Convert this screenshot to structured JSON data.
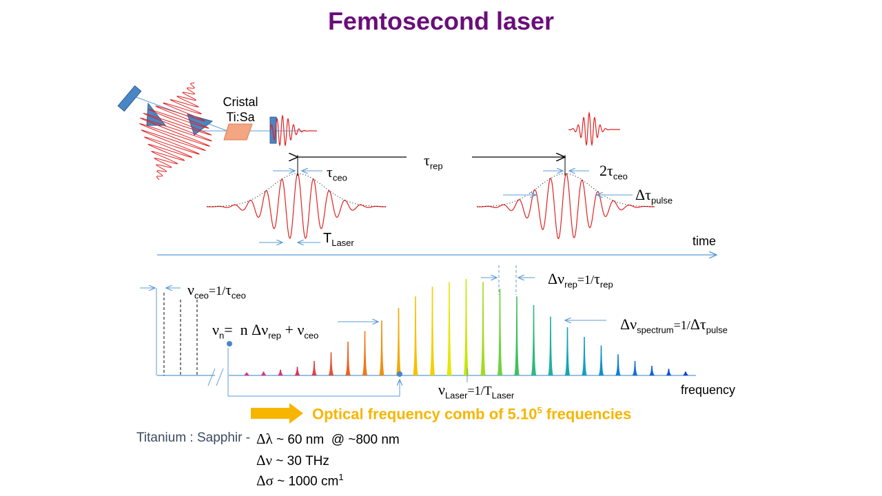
{
  "title": "Femtosecond laser",
  "setup": {
    "crystal_line1": "Cristal",
    "crystal_line2": "Ti:Sa"
  },
  "time_domain": {
    "tau_rep": {
      "sym": "τ",
      "sub": "rep"
    },
    "tau_ceo": {
      "sym": "τ",
      "sub": "ceo"
    },
    "two_tau_ceo": {
      "sym": "2τ",
      "sub": "ceo"
    },
    "delta_tau_pulse": {
      "sym": "Δτ",
      "sub": "pulse"
    },
    "t_laser": {
      "sym": "T",
      "sub": "Laser"
    },
    "axis_label": "time"
  },
  "frequency_domain": {
    "nu_ceo": {
      "sym": "ν",
      "sub": "ceo",
      "eq": "=1/",
      "sym2": "τ",
      "sub2": "ceo"
    },
    "nu_n": {
      "sym": "ν",
      "sub": "n",
      "eq": "=  n ",
      "sym2": "Δν",
      "sub2": "rep",
      "plus": " + ",
      "sym3": "ν",
      "sub3": "ceo"
    },
    "delta_nu_rep": {
      "sym": "Δν",
      "sub": "rep",
      "eq": "=1/",
      "sym2": "τ",
      "sub2": "rep"
    },
    "delta_nu_spectrum": {
      "sym": "Δν",
      "sub": "spectrum",
      "eq": "=1/",
      "sym2": "Δτ",
      "sub2": "pulse"
    },
    "nu_laser": {
      "sym": "ν",
      "sub": "Laser",
      "eq": "=1/T",
      "sub2": "Laser"
    },
    "axis_label": "frequency",
    "comb_intensities": [
      0.03,
      0.04,
      0.06,
      0.09,
      0.15,
      0.24,
      0.35,
      0.46,
      0.57,
      0.7,
      0.82,
      0.92,
      0.97,
      1.0,
      0.97,
      0.9,
      0.82,
      0.73,
      0.61,
      0.5,
      0.4,
      0.31,
      0.22,
      0.15,
      0.1,
      0.07,
      0.04
    ]
  },
  "caption": {
    "text": "Optical frequency comb of 5.10",
    "sup": "5",
    "text_end": " frequencies"
  },
  "specs": {
    "material": "Titanium : Sapphir -",
    "line1_sym": "Δλ",
    "line1": " ~ 60 nm  @ ~800 nm",
    "line2_sym": "Δν",
    "line2": " ~ 30 THz",
    "line3_sym": "Δσ",
    "line3": " ~ 1000 cm",
    "line3_sup": "1"
  },
  "colors": {
    "title": "#6a0d7a",
    "arrow": "#5b9bd5",
    "pulse": "#e02020",
    "caption": "#f7b500",
    "optic": "#4a86c5",
    "crystal": "#f4a582"
  }
}
